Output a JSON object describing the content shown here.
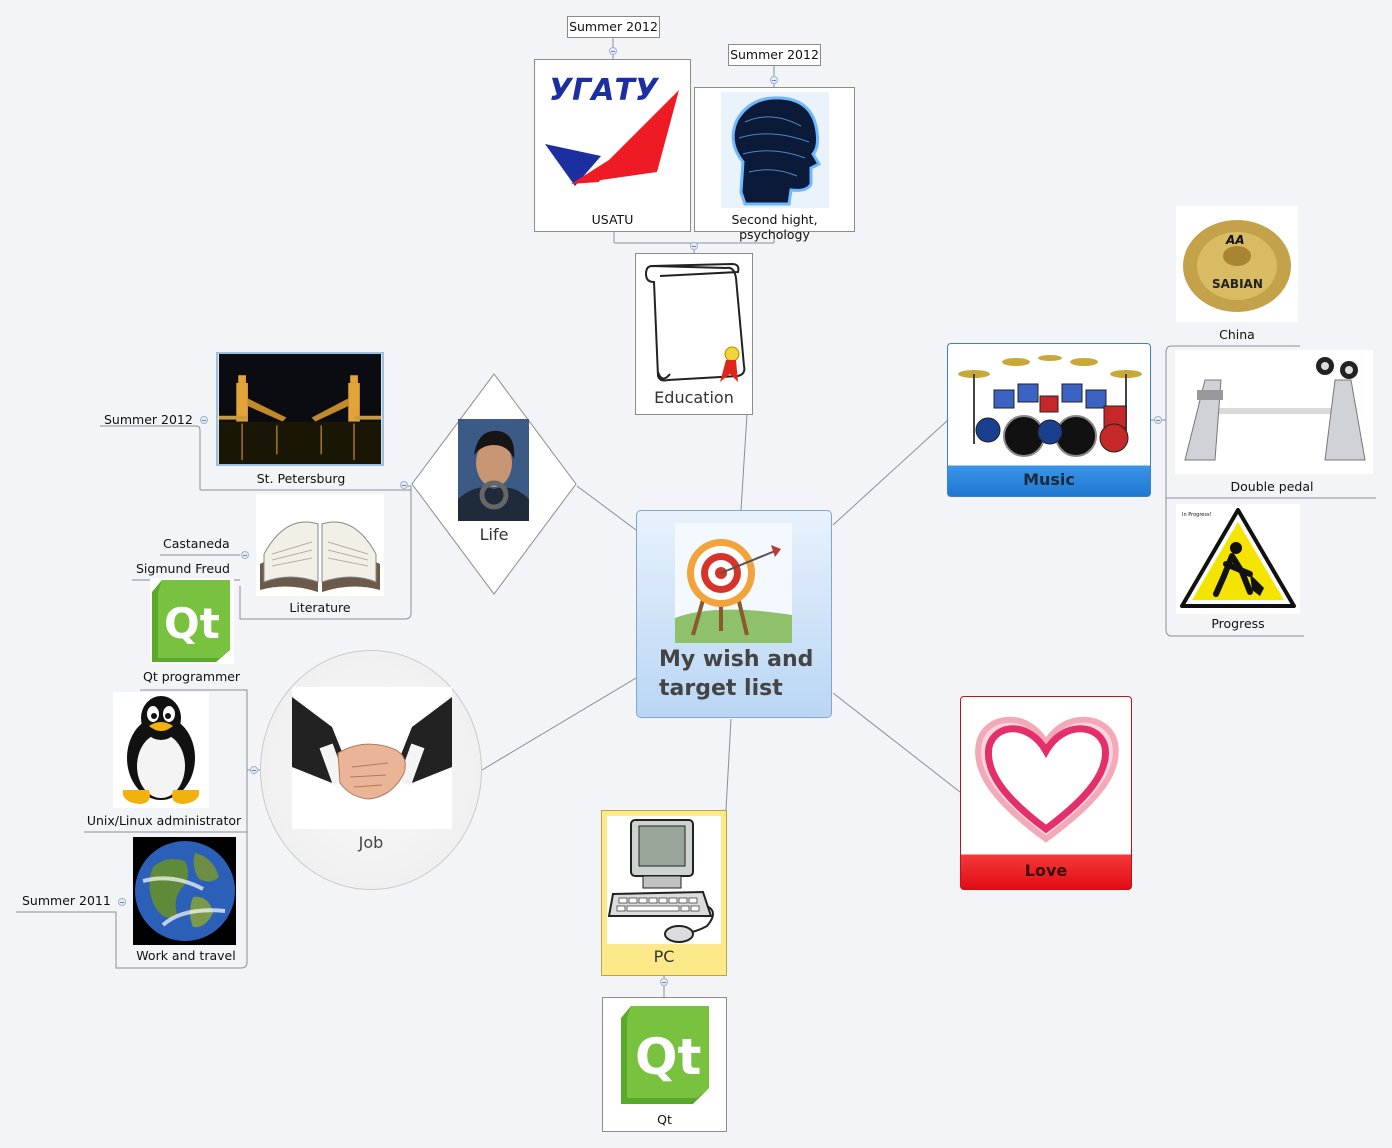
{
  "central": {
    "title": "My wish and target list",
    "icon": "target-icon"
  },
  "branches": {
    "education": {
      "label": "Education",
      "icon": "diploma-scroll-icon"
    },
    "music": {
      "label": "Music",
      "icon": "drum-kit-icon",
      "color": "#3a8fe0"
    },
    "love": {
      "label": "Love",
      "icon": "heart-icon",
      "color": "#e8141c"
    },
    "pc": {
      "label": "PC",
      "icon": "computer-icon",
      "color": "#fbe98a"
    },
    "job": {
      "label": "Job",
      "icon": "handshake-icon"
    },
    "life": {
      "label": "Life",
      "icon": "portrait-icon"
    }
  },
  "education": {
    "usatu": {
      "label": "USATU",
      "logo_text": "УГАТУ",
      "date": "Summer 2012"
    },
    "psychology": {
      "label": "Second hight, psychology",
      "date": "Summer 2012",
      "icon": "brain-head-icon"
    }
  },
  "music": {
    "china": {
      "label": "China",
      "icon": "cymbal-icon"
    },
    "double_pedal": {
      "label": "Double pedal",
      "icon": "double-pedal-icon"
    },
    "progress": {
      "label": "Progress",
      "icon": "work-in-progress-icon",
      "sign_text": "In Progress!"
    }
  },
  "pc": {
    "qt": {
      "label": "Qt",
      "icon": "qt-logo-icon",
      "logo_text": "Qt"
    }
  },
  "life": {
    "spb": {
      "label": "St. Petersburg",
      "date": "Summer 2012",
      "icon": "bridge-night-icon"
    },
    "literature": {
      "label": "Literature",
      "icon": "open-book-icon",
      "items": [
        "Castaneda",
        "Sigmund Freud"
      ]
    }
  },
  "job": {
    "qt_programmer": {
      "label": "Qt programmer",
      "icon": "qt-logo-icon",
      "logo_text": "Qt"
    },
    "unix": {
      "label": "Unix/Linux administrator",
      "icon": "tux-penguin-icon"
    },
    "work_travel": {
      "label": "Work and travel",
      "date": "Summer 2011",
      "icon": "earth-globe-icon"
    }
  }
}
